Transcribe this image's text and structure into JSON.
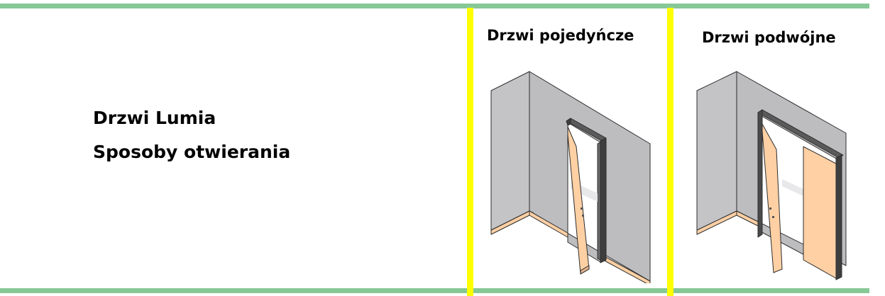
{
  "title": {
    "line1": "Drzwi Lumia",
    "line2": "Sposoby otwierania"
  },
  "columns": [
    {
      "heading": "Drzwi pojedyńcze",
      "illustration": "single-door-icon"
    },
    {
      "heading": "Drzwi podwójne",
      "illustration": "double-door-icon"
    }
  ],
  "colors": {
    "rule": "#86c896",
    "divider": "#ffff00",
    "wall": "#c0c0c3",
    "door_leaf": "#ffd0a4",
    "frame": "#4d4d4d"
  }
}
